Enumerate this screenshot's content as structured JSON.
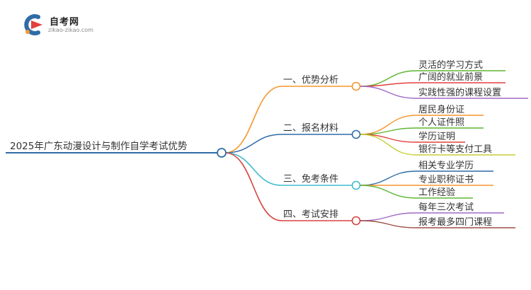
{
  "logo": {
    "name": "自考网",
    "url": "zikao-zikao.com"
  },
  "root": "2025年广东动漫设计与制作自学考试优势",
  "branches": [
    {
      "label": "一、优势分析",
      "color": "#f5962f",
      "children": [
        {
          "label": "灵活的学习方式",
          "color": "#5db531"
        },
        {
          "label": "广阔的就业前景",
          "color": "#e0413e"
        },
        {
          "label": "实践性强的课程设置",
          "color": "#a068c8"
        }
      ]
    },
    {
      "label": "二、报名材料",
      "color": "#2f6ca8",
      "children": [
        {
          "label": "居民身份证",
          "color": "#f5962f"
        },
        {
          "label": "个人证件照",
          "color": "#5db531"
        },
        {
          "label": "学历证明",
          "color": "#e0413e"
        },
        {
          "label": "银行卡等支付工具",
          "color": "#c7cf36"
        }
      ]
    },
    {
      "label": "三、免考条件",
      "color": "#3fbcd2",
      "children": [
        {
          "label": "相关专业学历",
          "color": "#2f6ca8"
        },
        {
          "label": "专业职称证书",
          "color": "#f5962f"
        },
        {
          "label": "工作经验",
          "color": "#5db531"
        }
      ]
    },
    {
      "label": "四、考试安排",
      "color": "#d6433e",
      "children": [
        {
          "label": "每年三次考试",
          "color": "#a068c8"
        },
        {
          "label": "报考最多四门课程",
          "color": "#9c4f45"
        }
      ]
    }
  ]
}
